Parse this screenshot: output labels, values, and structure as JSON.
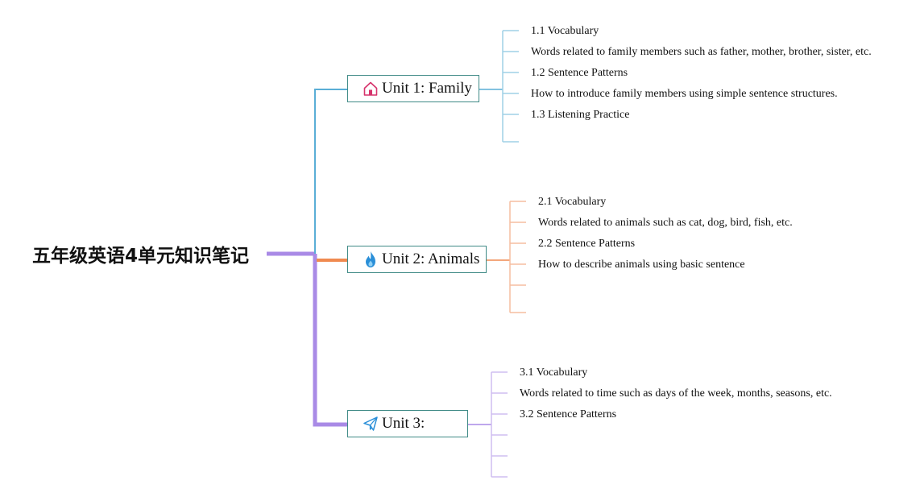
{
  "root": {
    "title": "五年级英语4单元知识笔记"
  },
  "colors": {
    "unit1": "#5aaed6",
    "unit2": "#f08a50",
    "unit3": "#a98ae6",
    "trunk": "#a98ae6",
    "unit_border": "#3f8a86",
    "unit1_leaf": "#9fd0e6",
    "unit2_leaf": "#f5bea0",
    "unit3_leaf": "#cfbdf0"
  },
  "units": [
    {
      "label": "Unit 1: Family",
      "icon": "home-icon",
      "items": [
        "1.1 Vocabulary",
        "Words related to family members such as father, mother, brother, sister, etc.",
        "1.2 Sentence Patterns",
        "How to introduce family members using simple sentence structures.",
        "1.3 Listening Practice"
      ]
    },
    {
      "label": "Unit 2: Animals",
      "icon": "fire-icon",
      "items": [
        "2.1 Vocabulary",
        "Words related to animals such as cat, dog, bird, fish, etc.",
        "2.2 Sentence Patterns",
        "How to describe animals using basic sentence"
      ]
    },
    {
      "label": "Unit 3:",
      "icon": "paper-plane-icon",
      "items": [
        "3.1 Vocabulary",
        "Words related to time such as days of the week, months, seasons, etc.",
        "3.2 Sentence Patterns"
      ]
    }
  ]
}
